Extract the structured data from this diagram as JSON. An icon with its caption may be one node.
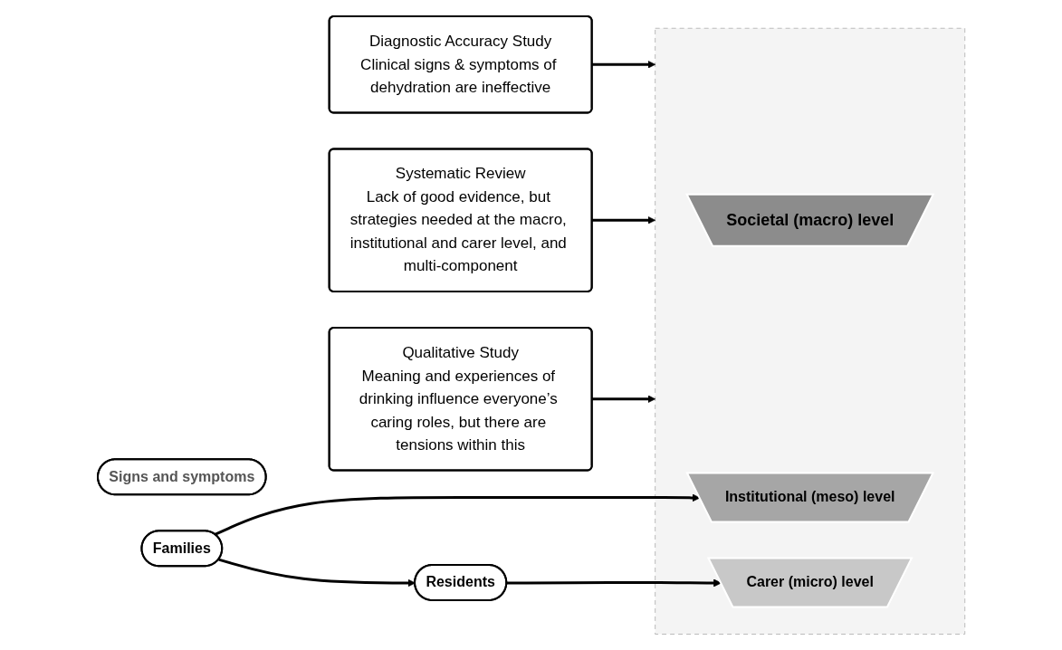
{
  "diagram": {
    "nodes": [
      {
        "text": [
          "Diagnostic Accuracy Study",
          "Clinical signs & symptoms of dehydration are ineffective"
        ]
      },
      {
        "text": [
          "Systematic Review",
          "Lack of good evidence, but strategies needed at the macro, institutional and carer level, and multi-component"
        ]
      },
      {
        "text": [
          "Qualitative Study",
          "Meaning and experiences of drinking influence everyone’s caring roles, but there are tensions within this"
        ]
      },
      {
        "text": [],
        "shape": "triangle"
      },
      {
        "text": [
          "Signs and symptoms"
        ]
      },
      {
        "text": [
          "Societal (macro) level"
        ],
        "in": 3
      },
      {
        "text": [
          "Institutional (meso) level"
        ],
        "in": 3
      },
      {
        "text": [
          "Carer (micro) level"
        ],
        "in": 3
      },
      {
        "text": [
          "Families"
        ]
      },
      {
        "text": [
          "Residents"
        ]
      }
    ],
    "edges": [
      {
        "from": 0,
        "to": 3,
        "arrow": "to"
      },
      {
        "from": 1,
        "to": 3,
        "arrow": "to"
      },
      {
        "from": 2,
        "to": 3,
        "arrow": "to"
      },
      {
        "from": 8,
        "to": 6,
        "arrow": "to"
      },
      {
        "from": 8,
        "to": 9,
        "arrow": "to"
      },
      {
        "from": 9,
        "to": 7,
        "arrow": "to"
      }
    ]
  }
}
